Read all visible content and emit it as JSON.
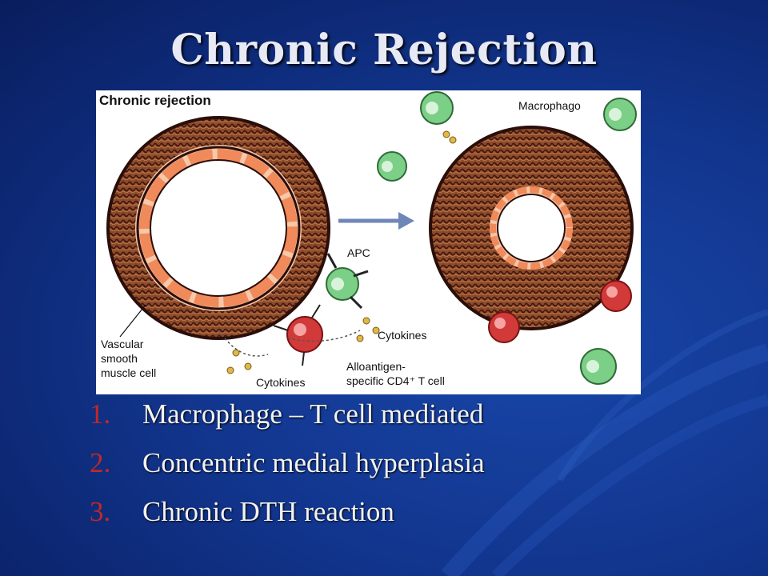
{
  "slide": {
    "title": "Chronic Rejection"
  },
  "figure": {
    "heading": "Chronic rejection",
    "labels": {
      "macrophage": "Macrophago",
      "apc": "APC",
      "cytokines_right": "Cytokines",
      "cytokines_bottom": "Cytokines",
      "vascular_1": "Vascular",
      "vascular_2": "smooth",
      "vascular_3": "muscle cell",
      "tcell_1": "Alloantigen-",
      "tcell_2": "specific CD4⁺ T cell"
    }
  },
  "list": [
    {
      "number": "1.",
      "text": "Macrophage – T cell mediated"
    },
    {
      "number": "2.",
      "text": "Concentric medial hyperplasia"
    },
    {
      "number": "3.",
      "text": "Chronic DTH reaction"
    }
  ],
  "colors": {
    "background": "#12368f",
    "number": "#c0282a",
    "vessel_wall": "#8a4a2a",
    "macrophage": "#7ccf86",
    "tcell": "#d23a3a"
  }
}
